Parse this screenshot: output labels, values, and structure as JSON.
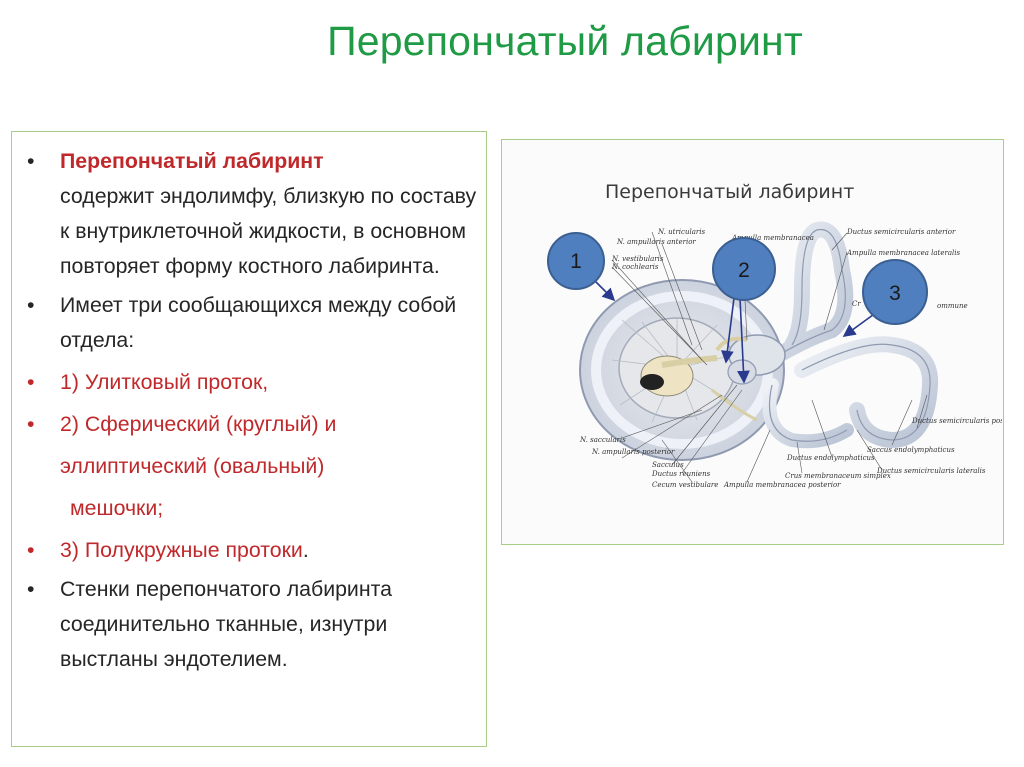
{
  "slide": {
    "title": "Перепончатый лабиринт"
  },
  "bullets": [
    {
      "bullet": "•",
      "highlight": "Перепончатый лабиринт",
      "text": "содержит эндолимфу, близкую по составу к внутриклеточной жидкости, в основном повторяет форму костного лабиринта."
    },
    {
      "bullet": "•",
      "text": "Имеет три сообщающихся между собой  отдела:"
    },
    {
      "bullet": "•",
      "text": "1) Улитковый проток,"
    },
    {
      "bullet": "•",
      "text": "2) Сферический (круглый) и"
    },
    {
      "text": "эллиптический (овальный)"
    },
    {
      "text": "мешочки;"
    },
    {
      "bullet": "•",
      "text": "3) Полукружные протоки",
      "suffix": "."
    },
    {
      "bullet": "•",
      "text": "Стенки перепончатого лабиринта соединительно тканные, изнутри выстланы эндотелием."
    }
  ],
  "figure": {
    "title": "Перепончатый лабиринт",
    "markers": [
      "1",
      "2",
      "3"
    ],
    "labels": {
      "n_utricularis": "N. utricularis",
      "n_ampullaris_anterior": "N. ampullaris anterior",
      "n_vestibularis": "N. vestibularis",
      "n_cochlearis": "N. cochlearis",
      "ampulla_membranacea": "Ampulla membranacea",
      "ductus_semicircularis_anterior": "Ductus semicircularis anterior",
      "ampulla_membranacea_lateralis": "Ampulla membranacea lateralis",
      "crus": "Cr",
      "commune": "ommune",
      "n_saccularis": "N. saccularis",
      "n_ampullaris_posterior": "N. ampullaris posterior",
      "sacculus": "Sacculus",
      "ductus_reuniens": "Ductus reuniens",
      "cecum_vestibulare": "Cecum vestibulare",
      "ampulla_membranacea_posterior": "Ampulla membranacea posterior",
      "crus_membranaceum_simplex": "Crus membranaceum simplex",
      "ductus_endolymphaticus": "Ductus endolymphaticus",
      "saccus_endolymphaticus": "Saccus endolymphaticus",
      "ductus_semicircularis_posterior": "Ductus semicircularis posterior",
      "ductus_semicircularis_lateralis": "Ductus semicircularis lateralis"
    }
  },
  "colors": {
    "title": "#1f9a45",
    "highlight": "#c0292b",
    "frame_border": "#a9cf86",
    "marker_fill": "#4f7fbf",
    "marker_stroke": "#3b5f91"
  }
}
